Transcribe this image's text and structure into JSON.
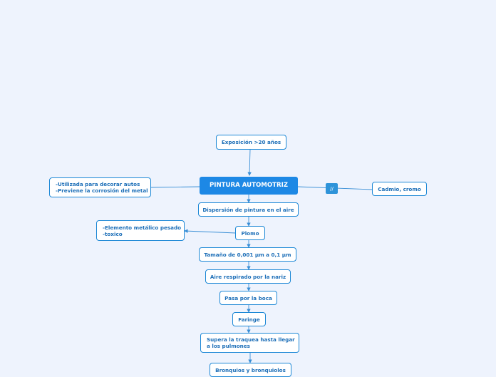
{
  "map": {
    "root": "PINTURA AUTOMOTRIZ",
    "exposure": "Exposición >20 años",
    "uses": "-Utilizada para decorar autos\n-Previene la corrosión del metal",
    "cadmium": "Cadmio, cromo",
    "link_marker": "//",
    "dispersion": "Dispersión de pintura en el aire",
    "lead": "Plomo",
    "lead_note": "-Elemento metálico pesado\n-toxico",
    "size": "Tamaño de 0,001 µm a 0,1 µm",
    "nose": "Aire respirado por la nariz",
    "mouth": "Pasa por la boca",
    "pharynx": "Faringe",
    "trachea": "Supera la traquea hasta llegar\na los pulmones",
    "bronchi": "Bronquios y  bronquiolos"
  },
  "colors": {
    "background": "#eef3fd",
    "accent": "#1d88e5",
    "line": "#3a8fd6",
    "text": "#1d6fb8"
  }
}
